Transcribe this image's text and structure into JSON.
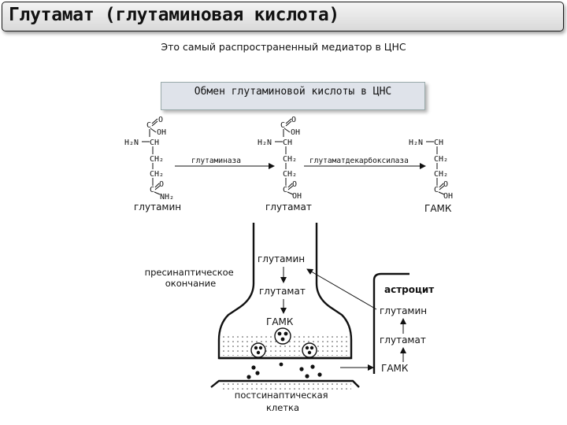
{
  "header": {
    "title": "Глутамат (глутаминовая кислота)"
  },
  "intro": {
    "text": "Это самый распространенный медиатор в ЦНС"
  },
  "exchange_box": {
    "label": "Обмен глутаминовой кислоты в ЦНС"
  },
  "chemistry": {
    "atoms": {
      "C": "C",
      "O": "O",
      "OH": "OH",
      "H2N": "H₂N",
      "CH": "CH",
      "CH2": "CH₂",
      "NH2": "NH₂"
    },
    "molecules": [
      "глутамин",
      "глутамат",
      "ГАМК"
    ],
    "enzymes": [
      "глутаминаза",
      "глутаматдекарбоксилаза"
    ]
  },
  "synapse": {
    "presynaptic_label": "пресинаптическое окончание",
    "postsynaptic_label": "постсинаптическая клетка",
    "astrocyte_label": "астроцит",
    "pre_top": "глутамин",
    "pre_mid": "глутамат",
    "pre_low": "ГАМК",
    "astro_1": "глутамин",
    "astro_2": "глутамат",
    "astro_3": "ГАМК"
  }
}
